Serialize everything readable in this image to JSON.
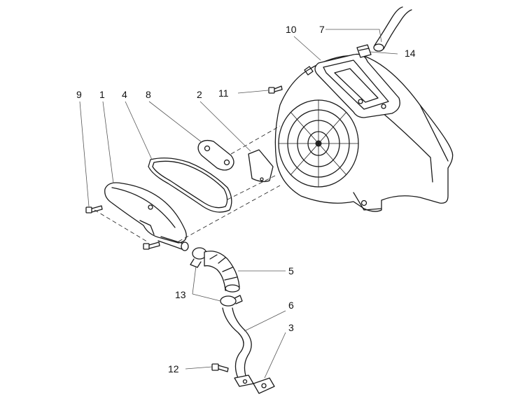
{
  "callouts": {
    "c1": "1",
    "c2": "2",
    "c3": "3",
    "c4": "4",
    "c5": "5",
    "c6": "6",
    "c7": "7",
    "c8": "8",
    "c9": "9",
    "c10": "10",
    "c11": "11",
    "c12": "12",
    "c13": "13",
    "c14": "14"
  },
  "colors": {
    "line": "#1a1a1a",
    "leader": "#555555",
    "background": "#ffffff"
  }
}
